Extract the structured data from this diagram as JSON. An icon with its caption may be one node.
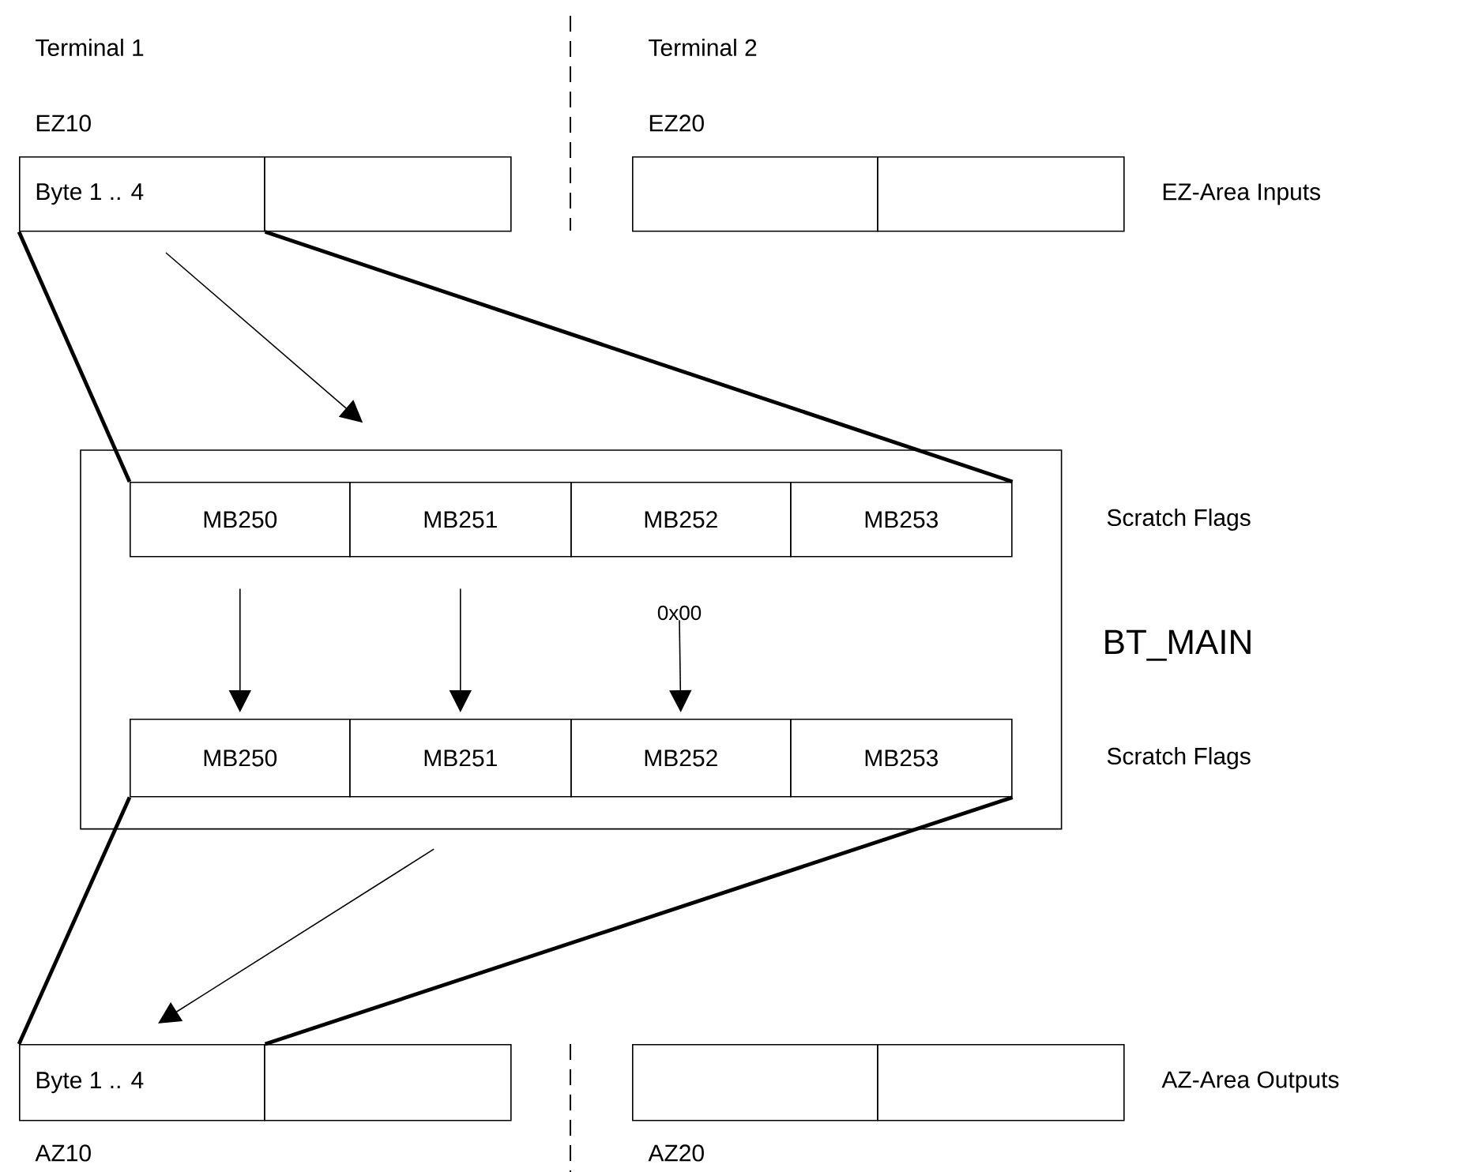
{
  "diagram": {
    "nodes": [
      {
        "text": [],
        "shape": "box",
        "beside": [
          "BT_MAIN"
        ]
      },
      {
        "text": [
          "Byte 1 .. 4"
        ],
        "beside": [
          "EZ10"
        ]
      },
      {
        "text": [],
        "shape": "box"
      },
      {
        "text": [],
        "shape": "box",
        "beside": [
          "EZ20"
        ]
      },
      {
        "text": [],
        "shape": "box",
        "beside": [
          "EZ-Area Inputs"
        ]
      },
      {
        "text": [
          "MB250"
        ],
        "in": 0
      },
      {
        "text": [
          "MB251"
        ],
        "in": 0
      },
      {
        "text": [
          "MB252"
        ],
        "in": 0
      },
      {
        "text": [
          "MB253"
        ],
        "in": 0
      },
      {
        "text": [
          "MB250"
        ],
        "in": 0
      },
      {
        "text": [
          "MB251"
        ],
        "in": 0
      },
      {
        "text": [
          "MB252"
        ],
        "in": 0
      },
      {
        "text": [
          "MB253"
        ],
        "in": 0
      },
      {
        "text": [
          "Byte 1 .. 4"
        ],
        "beside": [
          "AZ10"
        ]
      },
      {
        "text": [],
        "shape": "box"
      },
      {
        "text": [],
        "shape": "box",
        "beside": [
          "AZ20"
        ]
      },
      {
        "text": [],
        "shape": "box",
        "beside": [
          "AZ-Area Outputs"
        ]
      },
      {
        "text": [
          "0x00"
        ],
        "in": 0
      }
    ],
    "edges": [
      {
        "from": 1,
        "to": 5,
        "arrow": "none",
        "style": "thick"
      },
      {
        "from": 1,
        "to": 8,
        "arrow": "none",
        "style": "thick"
      },
      {
        "from": 1,
        "to": 0,
        "arrow": "to"
      },
      {
        "from": 5,
        "to": 9,
        "arrow": "to"
      },
      {
        "from": 6,
        "to": 10,
        "arrow": "to"
      },
      {
        "from": 17,
        "to": 11,
        "arrow": "to"
      },
      {
        "from": 9,
        "to": 13,
        "arrow": "none",
        "style": "thick"
      },
      {
        "from": 12,
        "to": 13,
        "arrow": "none",
        "style": "thick"
      },
      {
        "from": 0,
        "to": 13,
        "arrow": "to"
      }
    ],
    "labels": [
      "Terminal 1",
      "Terminal 2",
      "Scratch Flags",
      "Scratch Flags"
    ]
  }
}
